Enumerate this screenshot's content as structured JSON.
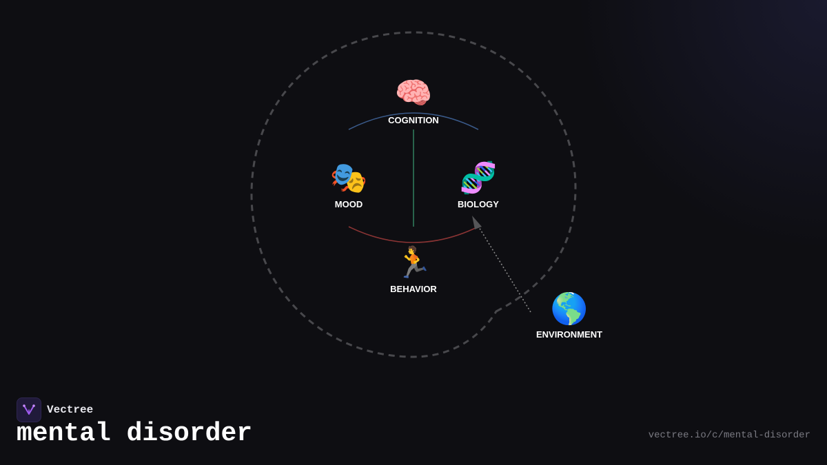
{
  "brand": {
    "name": "Vectree",
    "accent_color": "#a05cf0",
    "logo_icon": "vectree-logo-icon"
  },
  "title": "mental disorder",
  "url": "vectree.io/c/mental-disorder",
  "diagram": {
    "nodes": [
      {
        "id": "cognition",
        "label": "COGNITION",
        "icon": "brain-icon",
        "glyph": "🧠"
      },
      {
        "id": "mood",
        "label": "MOOD",
        "icon": "theater-masks-icon",
        "glyph": "🎭"
      },
      {
        "id": "biology",
        "label": "BIOLOGY",
        "icon": "dna-icon",
        "glyph": "🧬"
      },
      {
        "id": "behavior",
        "label": "BEHAVIOR",
        "icon": "running-person-icon",
        "glyph": "🏃"
      },
      {
        "id": "environment",
        "label": "ENVIRONMENT",
        "icon": "globe-icon",
        "glyph": "🌎"
      }
    ],
    "connections": [
      {
        "from": "mood",
        "to": "biology",
        "style": "arc-top",
        "color": "#3a5a8a"
      },
      {
        "from": "cognition",
        "to": "behavior",
        "style": "straight",
        "color": "#2f7a5a"
      },
      {
        "from": "mood",
        "to": "biology",
        "style": "arc-bottom",
        "color": "#8a3434"
      },
      {
        "from": "environment",
        "to": "biology",
        "style": "dotted-arrow",
        "color": "#8a8a8a"
      }
    ],
    "boundary_color": "#4a4a4e"
  }
}
